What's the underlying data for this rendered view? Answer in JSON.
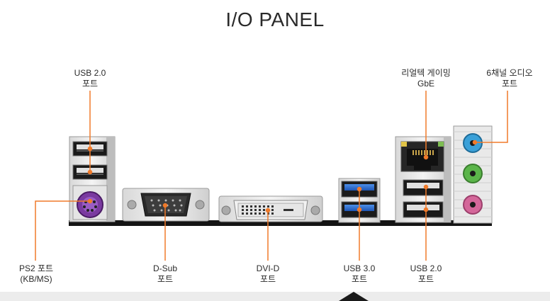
{
  "title": "I/O PANEL",
  "callouts": {
    "usb20_top": [
      "USB 2.0",
      "포트"
    ],
    "lan": [
      "리얼텍 게이밍",
      "GbE"
    ],
    "audio": [
      "6채널 오디오",
      "포트"
    ],
    "ps2": [
      "PS2 포트",
      "(KB/MS)"
    ],
    "dsub": [
      "D-Sub",
      "포트"
    ],
    "dvi": [
      "DVI-D",
      "포트"
    ],
    "usb30": [
      "USB 3.0",
      "포트"
    ],
    "usb20_bottom": [
      "USB 2.0",
      "포트"
    ]
  },
  "colors": {
    "callout_line": "#f07a2a",
    "usb3_blue": "#2f6fd1",
    "ps2_purple": "#8a3fb0",
    "audio_blue": "#3aa0d8",
    "audio_green": "#5bb54a",
    "audio_pink": "#d4679a"
  }
}
